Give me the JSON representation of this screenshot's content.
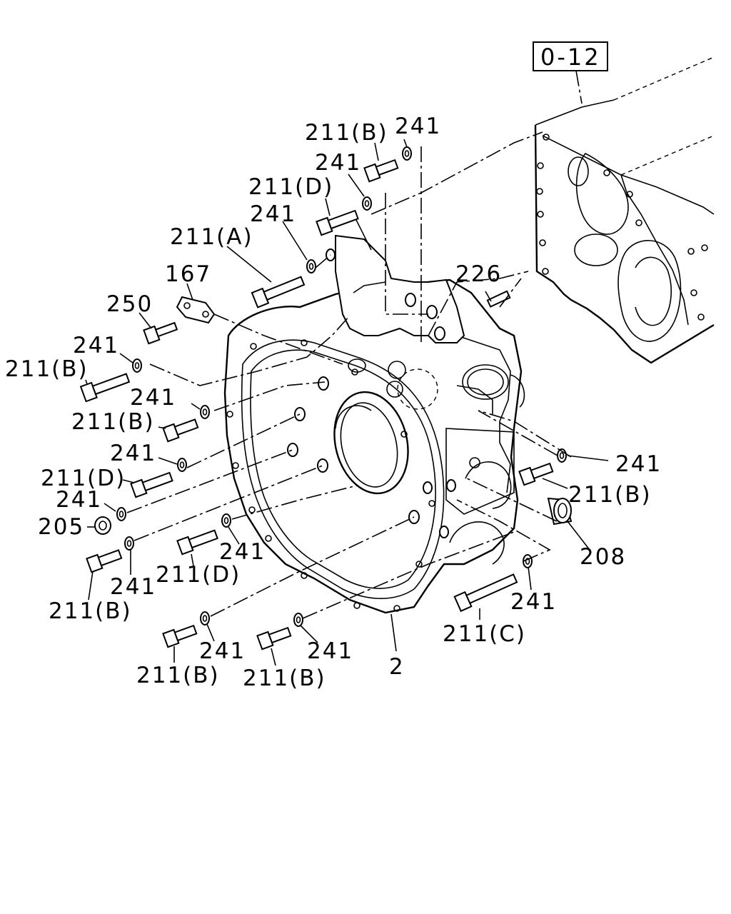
{
  "reference_box": "0-12",
  "callouts": [
    {
      "id": "c01",
      "text": "211(B)"
    },
    {
      "id": "c02",
      "text": "241"
    },
    {
      "id": "c03",
      "text": "241"
    },
    {
      "id": "c04",
      "text": "211(D)"
    },
    {
      "id": "c05",
      "text": "241"
    },
    {
      "id": "c06",
      "text": "211(A)"
    },
    {
      "id": "c07",
      "text": "167"
    },
    {
      "id": "c08",
      "text": "250"
    },
    {
      "id": "c09",
      "text": "226"
    },
    {
      "id": "c10",
      "text": "241"
    },
    {
      "id": "c11",
      "text": "211(B)"
    },
    {
      "id": "c12",
      "text": "241"
    },
    {
      "id": "c13",
      "text": "211(B)"
    },
    {
      "id": "c14",
      "text": "241"
    },
    {
      "id": "c15",
      "text": "211(D)"
    },
    {
      "id": "c16",
      "text": "241"
    },
    {
      "id": "c17",
      "text": "205"
    },
    {
      "id": "c18",
      "text": "241"
    },
    {
      "id": "c19",
      "text": "211(B)"
    },
    {
      "id": "c20",
      "text": "208"
    },
    {
      "id": "c21",
      "text": "241"
    },
    {
      "id": "c22",
      "text": "211(D)"
    },
    {
      "id": "c23",
      "text": "241"
    },
    {
      "id": "c24",
      "text": "211(B)"
    },
    {
      "id": "c25",
      "text": "241"
    },
    {
      "id": "c26",
      "text": "211(C)"
    },
    {
      "id": "c27",
      "text": "241"
    },
    {
      "id": "c28",
      "text": "211(B)"
    },
    {
      "id": "c29",
      "text": "241"
    },
    {
      "id": "c30",
      "text": "211(B)"
    },
    {
      "id": "c31",
      "text": "2"
    }
  ]
}
